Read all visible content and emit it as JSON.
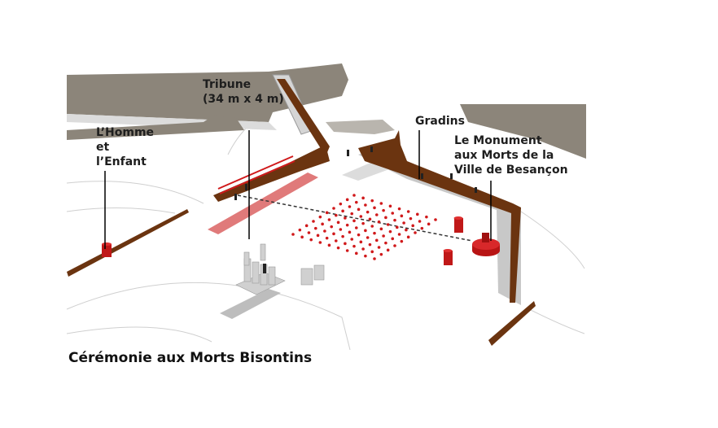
{
  "labels": {
    "tribune": [
      "Tribune",
      "(34 m x 4 m)"
    ],
    "homme": [
      "L’Homme",
      "et",
      "l’Enfant"
    ],
    "gradins": "Gradins",
    "monument": [
      "Le Monument",
      "aux Morts de la",
      "Ville de Besançon"
    ]
  },
  "caption": "Cérémonie aux Morts Bisontins",
  "colors": {
    "wall": "#6b3410",
    "stone": "#8c857a",
    "accent_red": "#d0191b",
    "carpet": "#e07a7a"
  },
  "seating": {
    "rows": 10,
    "columns": 10
  }
}
